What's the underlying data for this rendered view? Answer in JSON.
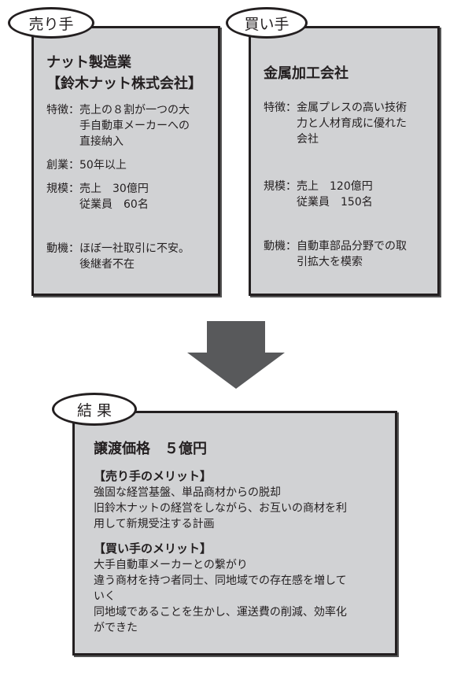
{
  "seller": {
    "tag": "売り手",
    "title": [
      "ナット製造業",
      "【鈴木ナット株式会社】"
    ],
    "rows": [
      {
        "key": "特徴：",
        "lines": [
          "売上の８割が一つの大",
          "手自動車メーカーへの",
          "直接納入"
        ]
      },
      {
        "key": "創業：",
        "lines": [
          "50年以上"
        ]
      },
      {
        "key": "規模：",
        "lines": [
          "売上　30億円",
          "従業員　60名"
        ]
      },
      {
        "key": "動機：",
        "lines": [
          "ほぼ一社取引に不安。",
          "後継者不在"
        ]
      }
    ]
  },
  "buyer": {
    "tag": "買い手",
    "title": [
      "金属加工会社"
    ],
    "rows": [
      {
        "key": "特徴：",
        "lines": [
          "金属プレスの高い技術",
          "力と人材育成に優れた",
          "会社"
        ]
      },
      {
        "key": "規模：",
        "lines": [
          "売上　120億円",
          "従業員　150名"
        ]
      },
      {
        "key": "動機：",
        "lines": [
          "自動車部品分野での取",
          "引拡大を模索"
        ]
      }
    ]
  },
  "result": {
    "tag": "結 果",
    "title": "譲渡価格　５億円",
    "seller_merit": {
      "heading": "【売り手のメリット】",
      "lines": [
        "強固な経営基盤、単品商材からの脱却",
        "旧鈴木ナットの経営をしながら、お互いの商材を利",
        "用して新規受注する計画"
      ]
    },
    "buyer_merit": {
      "heading": "【買い手のメリット】",
      "lines": [
        "大手自動車メーカーとの繋がり",
        "違う商材を持つ者同士、同地域での存在感を増して",
        "いく",
        "同地域であることを生かし、運送費の削減、効率化",
        "ができた"
      ]
    }
  }
}
